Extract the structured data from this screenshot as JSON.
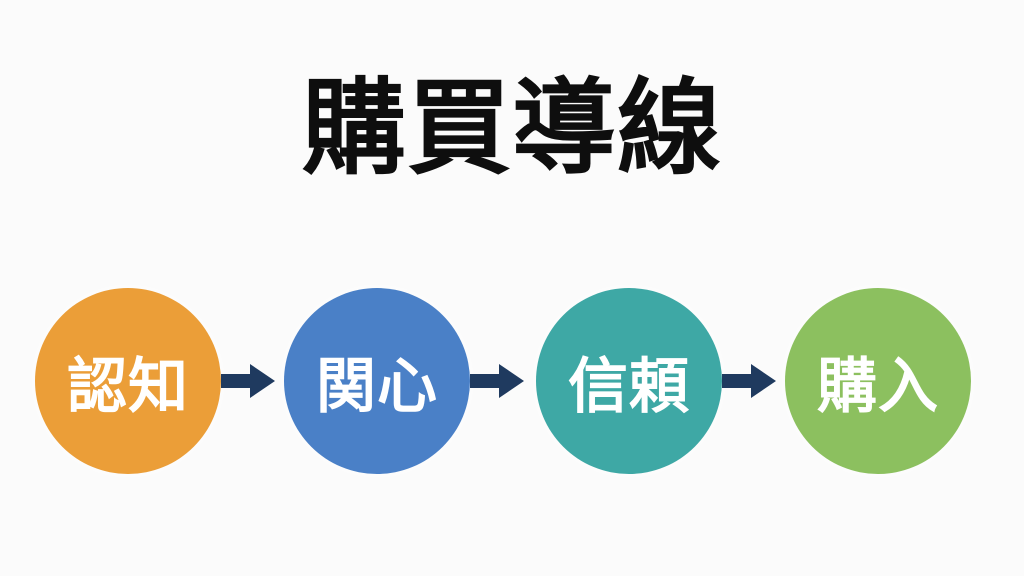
{
  "title": "購買導線",
  "colors": {
    "background": "#fbfbfb",
    "title_text": "#0e0e0e",
    "arrow": "#1f3a5f",
    "step_label_text": "#ffffff"
  },
  "flow": {
    "arrow_icon": "right-arrow",
    "steps": [
      {
        "label": "認知",
        "color": "#eb9e38"
      },
      {
        "label": "関心",
        "color": "#4a80c7"
      },
      {
        "label": "信頼",
        "color": "#3ea8a5"
      },
      {
        "label": "購入",
        "color": "#8cc05f"
      }
    ]
  }
}
